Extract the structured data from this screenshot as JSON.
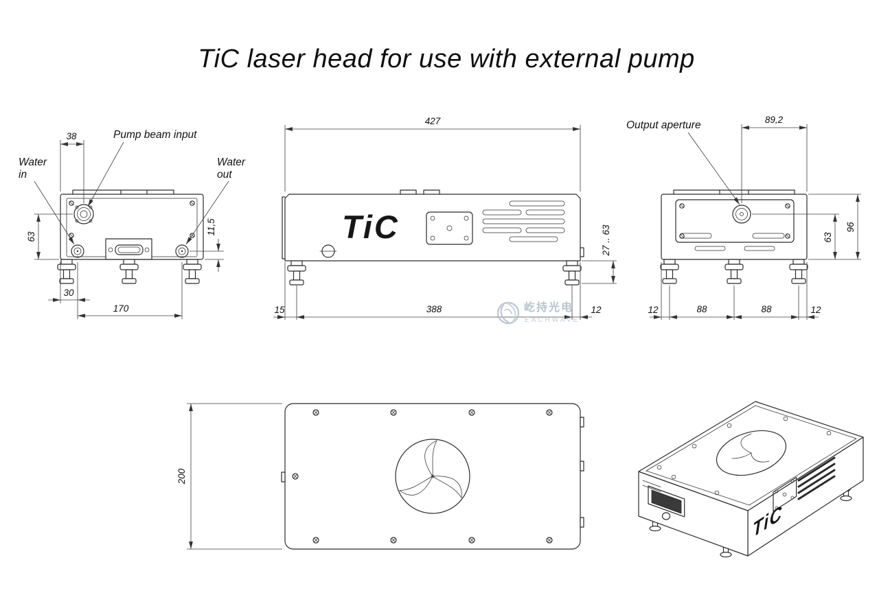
{
  "title": "TiC laser head for use with external pump",
  "watermark": {
    "name": "屹持光电",
    "subname": "EACHWAVE"
  },
  "front_view": {
    "pump_beam_input": "Pump beam input",
    "water_in": {
      "line1": "Water",
      "line2": "in"
    },
    "water_out": {
      "line1": "Water",
      "line2": "out"
    },
    "dim_38": "38",
    "dim_63": "63",
    "dim_11_5": "11,5",
    "dim_30": "30",
    "dim_170": "170"
  },
  "side_view": {
    "logo": "TiC",
    "dim_427": "427",
    "dim_27_63": "27 .. 63",
    "dim_15": "15",
    "dim_388": "388",
    "dim_12": "12"
  },
  "rear_view": {
    "output_aperture": "Output aperture",
    "dim_89_2": "89,2",
    "dim_96": "96",
    "dim_63": "63",
    "dim_12_left": "12",
    "dim_88_left": "88",
    "dim_88_right": "88",
    "dim_12_right": "12"
  },
  "top_view": {
    "dim_200": "200"
  },
  "iso_view": {
    "logo": "TiC"
  }
}
